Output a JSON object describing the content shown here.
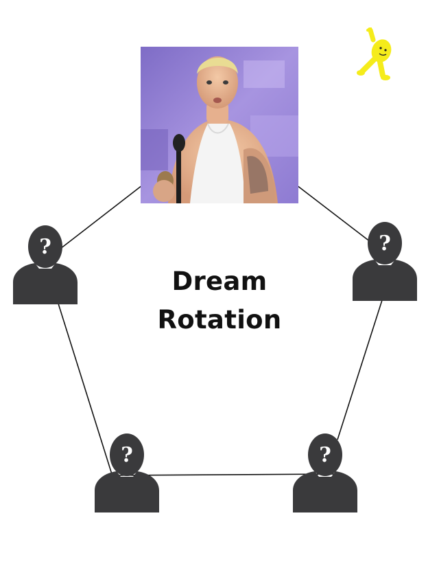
{
  "title_line1": "Dream",
  "title_line2": "Rotation",
  "placeholder_glyph": "?",
  "colors": {
    "silhouette": "#3a3a3c",
    "connector": "#111111",
    "mascot": "#f5ec1b",
    "photo_bg": "#9a86d6"
  },
  "nodes": [
    {
      "id": "top",
      "type": "photo"
    },
    {
      "id": "right",
      "type": "unknown-silhouette"
    },
    {
      "id": "bottom-right",
      "type": "unknown-silhouette"
    },
    {
      "id": "bottom-left",
      "type": "unknown-silhouette"
    },
    {
      "id": "left",
      "type": "unknown-silhouette"
    }
  ],
  "icons": [
    "person-question-icon",
    "mascot-icon"
  ]
}
